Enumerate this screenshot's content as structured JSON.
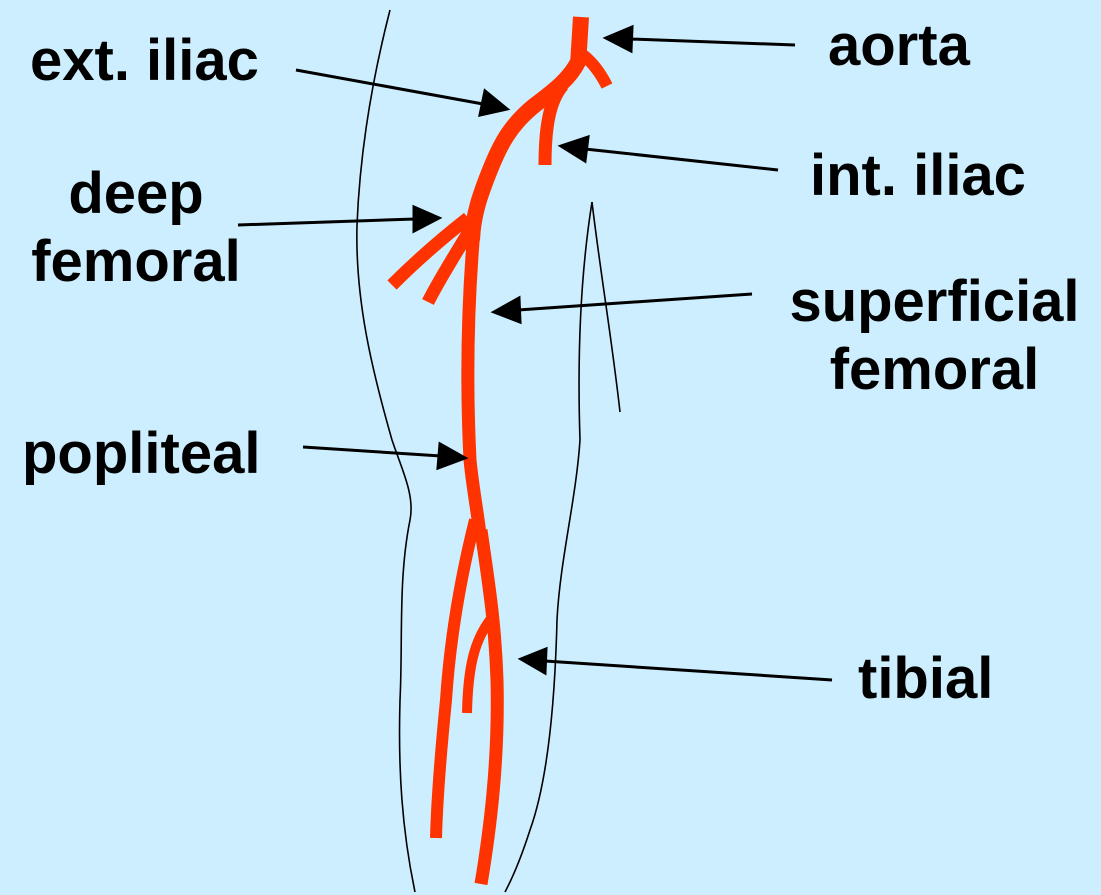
{
  "colors": {
    "background": "#cdeefe",
    "artery": "#ff3300",
    "outline": "#000000",
    "text": "#000000"
  },
  "labels": {
    "aorta": "aorta",
    "ext_iliac": "ext. iliac",
    "int_iliac": "int. iliac",
    "deep_femoral_line1": "deep",
    "deep_femoral_line2": "femoral",
    "superficial_femoral_line1": "superficial",
    "superficial_femoral_line2": "femoral",
    "popliteal": "popliteal",
    "tibial": "tibial"
  }
}
